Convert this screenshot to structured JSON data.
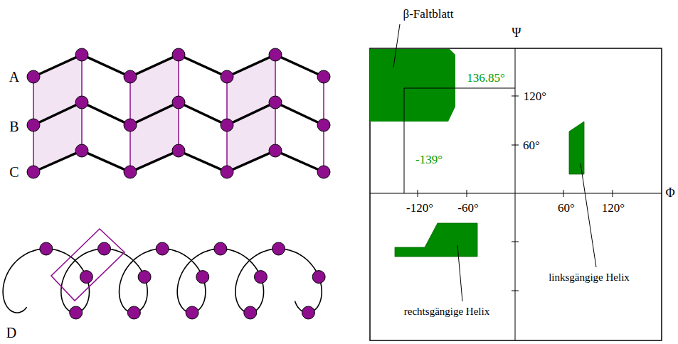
{
  "diagram": {
    "labels": [
      "A",
      "B",
      "C",
      "D",
      "β-Faltblatt",
      "Ψ",
      "Φ",
      "136.85°",
      "-139°",
      "120°",
      "60°",
      "-120°",
      "-60°",
      "60°",
      "120°",
      "rechtsgängige Helix",
      "linksgängige Helix"
    ]
  }
}
